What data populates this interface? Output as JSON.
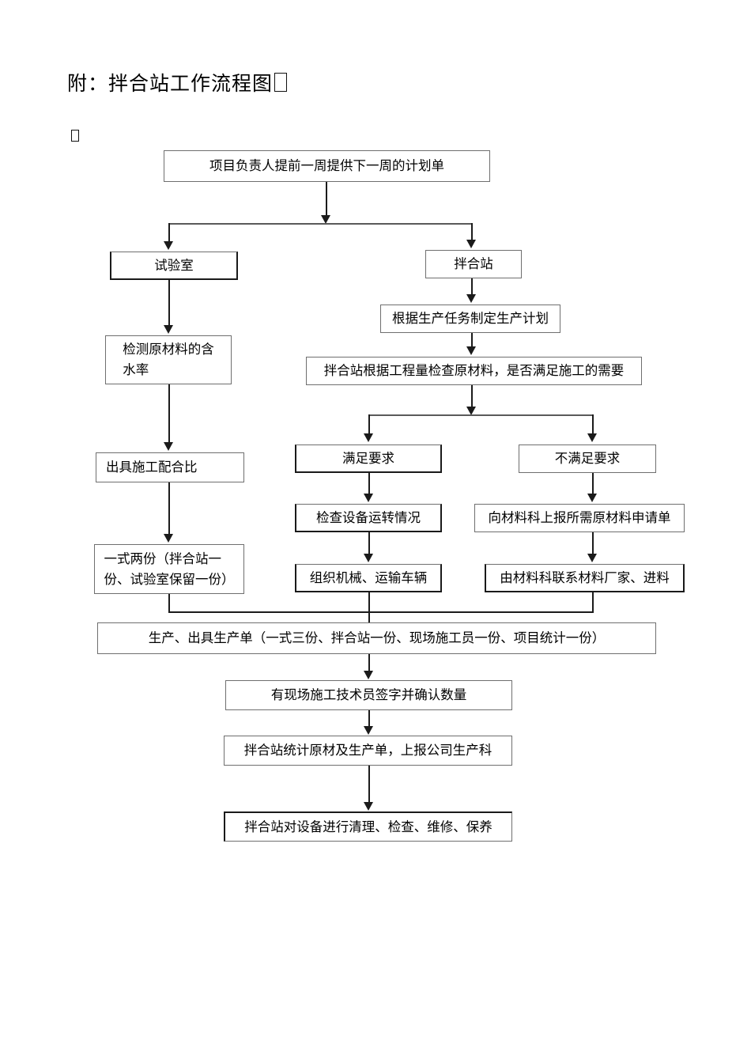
{
  "document": {
    "title_prefix": "附：",
    "title": "附：拌合站工作流程图",
    "empty_paragraph_marker": ""
  },
  "flowchart": {
    "type": "flowchart",
    "orientation": "top-down",
    "nodes": [
      {
        "id": "n1",
        "label": "项目负责人提前一周提供下一周的计划单"
      },
      {
        "id": "n2",
        "label": "试验室"
      },
      {
        "id": "n3",
        "label": "拌合站"
      },
      {
        "id": "n4",
        "label": "检测原材料的含水率",
        "line1": "检测原材料的含",
        "line2": "水率"
      },
      {
        "id": "n5",
        "label": "根据生产任务制定生产计划"
      },
      {
        "id": "n6",
        "label": "拌合站根据工程量检查原材料，是否满足施工的需要"
      },
      {
        "id": "n7",
        "label": "出具施工配合比"
      },
      {
        "id": "n8",
        "label": "满足要求"
      },
      {
        "id": "n9",
        "label": "不满足要求"
      },
      {
        "id": "n10",
        "label": "检查设备运转情况"
      },
      {
        "id": "n11",
        "label": "向材料科上报所需原材料申请单"
      },
      {
        "id": "n12",
        "label": "一式两份（拌合站一份、试验室保留一份）",
        "line1": "一式两份（拌合站一",
        "line2": "份、试验室保留一份）"
      },
      {
        "id": "n13",
        "label": "组织机械、运输车辆"
      },
      {
        "id": "n14",
        "label": "由材料科联系材料厂家、进料"
      },
      {
        "id": "n15",
        "label": "生产、出具生产单（一式三份、拌合站一份、现场施工员一份、项目统计一份）"
      },
      {
        "id": "n16",
        "label": "有现场施工技术员签字并确认数量"
      },
      {
        "id": "n17",
        "label": "拌合站统计原材及生产单，上报公司生产科"
      },
      {
        "id": "n18",
        "label": "拌合站对设备进行清理、检查、维修、保养"
      }
    ],
    "edges": [
      {
        "from": "n1",
        "to": "n2"
      },
      {
        "from": "n1",
        "to": "n3"
      },
      {
        "from": "n2",
        "to": "n4"
      },
      {
        "from": "n4",
        "to": "n7"
      },
      {
        "from": "n7",
        "to": "n12"
      },
      {
        "from": "n3",
        "to": "n5"
      },
      {
        "from": "n5",
        "to": "n6"
      },
      {
        "from": "n6",
        "to": "n8"
      },
      {
        "from": "n6",
        "to": "n9"
      },
      {
        "from": "n8",
        "to": "n10"
      },
      {
        "from": "n10",
        "to": "n13"
      },
      {
        "from": "n9",
        "to": "n11"
      },
      {
        "from": "n11",
        "to": "n14"
      },
      {
        "from": "n12",
        "to": "n15"
      },
      {
        "from": "n13",
        "to": "n15"
      },
      {
        "from": "n14",
        "to": "n15"
      },
      {
        "from": "n15",
        "to": "n16"
      },
      {
        "from": "n16",
        "to": "n17"
      },
      {
        "from": "n17",
        "to": "n18"
      }
    ],
    "colors": {
      "box_border": "#6f6f6f",
      "box_border_strong": "#1a1a1a",
      "connector": "#1b1b1b",
      "background": "#ffffff",
      "text": "#000000"
    }
  }
}
